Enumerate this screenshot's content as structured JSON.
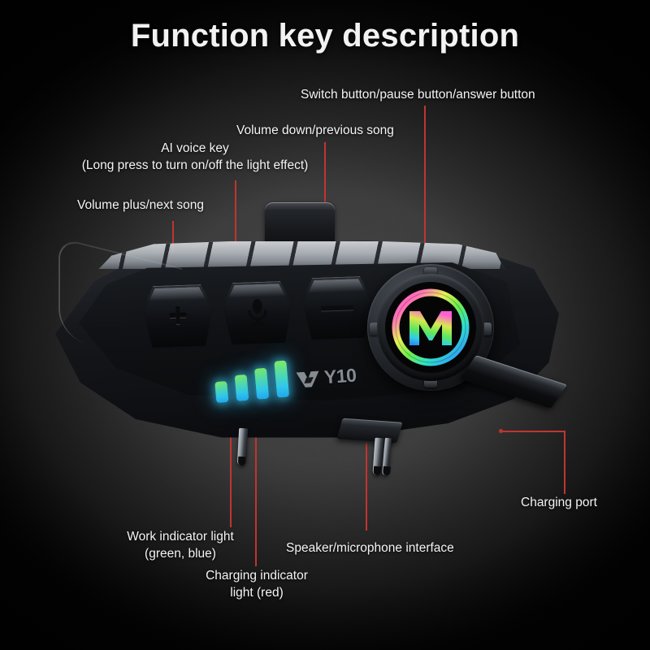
{
  "page": {
    "title": "Function key description",
    "background_color": "#3e3e3e",
    "leader_line_color": "#c0352f",
    "text_color": "#f4f4f4"
  },
  "device": {
    "brand_mark_icon": "y-logo-icon",
    "model_label": "Y10",
    "logo_icon": "rgb-m-logo-icon",
    "buttons": [
      {
        "name": "volume-plus",
        "glyph": "+"
      },
      {
        "name": "ai-voice",
        "glyph": "microphone-icon"
      },
      {
        "name": "volume-minus",
        "glyph": "−"
      }
    ],
    "led_bars": {
      "count": 4,
      "top_color": "#7dea63",
      "bottom_color": "#22a7e6",
      "heights": [
        26,
        32,
        38,
        45
      ]
    }
  },
  "callouts": [
    {
      "id": "volume-plus",
      "lines": [
        "Volume plus/next song"
      ]
    },
    {
      "id": "ai-voice-key",
      "lines": [
        "AI voice key",
        "(Long press to turn on/off the light effect)"
      ]
    },
    {
      "id": "volume-down",
      "lines": [
        "Volume down/previous song"
      ]
    },
    {
      "id": "switch-button",
      "lines": [
        "Switch button/pause button/answer button"
      ]
    },
    {
      "id": "charging-port",
      "lines": [
        "Charging port"
      ]
    },
    {
      "id": "work-indicator-light",
      "lines": [
        "Work indicator light",
        "(green, blue)"
      ]
    },
    {
      "id": "charging-indicator-light",
      "lines": [
        "Charging indicator",
        "light (red)"
      ]
    },
    {
      "id": "speaker-microphone-interface",
      "lines": [
        "Speaker/microphone interface"
      ]
    }
  ]
}
